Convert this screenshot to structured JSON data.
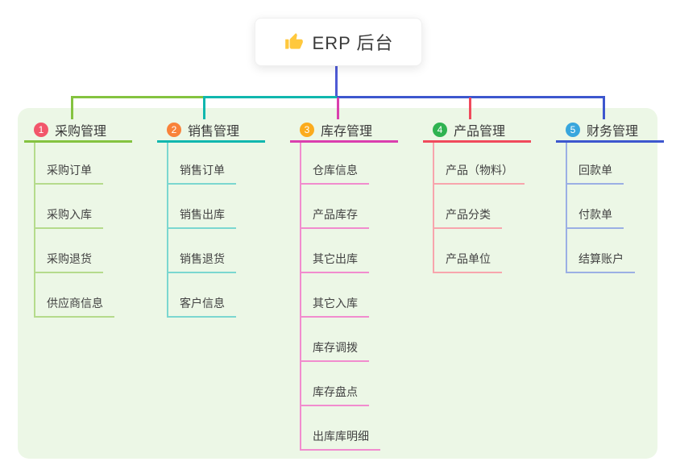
{
  "root": {
    "title": "ERP 后台",
    "icon": "thumbs-up-icon",
    "icon_color": "#FFC83D",
    "stem_color": "#4F5BD5"
  },
  "canvas": {
    "panel_color": "#ECF7E6",
    "background": "#FFFFFF",
    "header_text_color": "#3A3A3A",
    "child_text_color": "#424242"
  },
  "branches": [
    {
      "index": "1",
      "label": "采购管理",
      "badge_color": "#F2566B",
      "line_color": "#84C340",
      "child_line_color": "#B5DB8C",
      "children": [
        "采购订单",
        "采购入库",
        "采购退货",
        "供应商信息"
      ]
    },
    {
      "index": "2",
      "label": "销售管理",
      "badge_color": "#F9823A",
      "line_color": "#10B7AE",
      "child_line_color": "#7BD7D0",
      "children": [
        "销售订单",
        "销售出库",
        "销售退货",
        "客户信息"
      ]
    },
    {
      "index": "3",
      "label": "库存管理",
      "badge_color": "#FBAB1D",
      "line_color": "#DA3FAE",
      "child_line_color": "#F18CCE",
      "children": [
        "仓库信息",
        "产品库存",
        "其它出库",
        "其它入库",
        "库存调拨",
        "库存盘点",
        "出库库明细"
      ]
    },
    {
      "index": "4",
      "label": "产品管理",
      "badge_color": "#2FB351",
      "line_color": "#F04A5C",
      "child_line_color": "#F8A5AD",
      "children": [
        "产品（物料）",
        "产品分类",
        "产品单位"
      ]
    },
    {
      "index": "5",
      "label": "财务管理",
      "badge_color": "#38A6DD",
      "line_color": "#3D57CE",
      "child_line_color": "#9BAFE4",
      "children": [
        "回款单",
        "付款单",
        "结算账户"
      ]
    }
  ]
}
